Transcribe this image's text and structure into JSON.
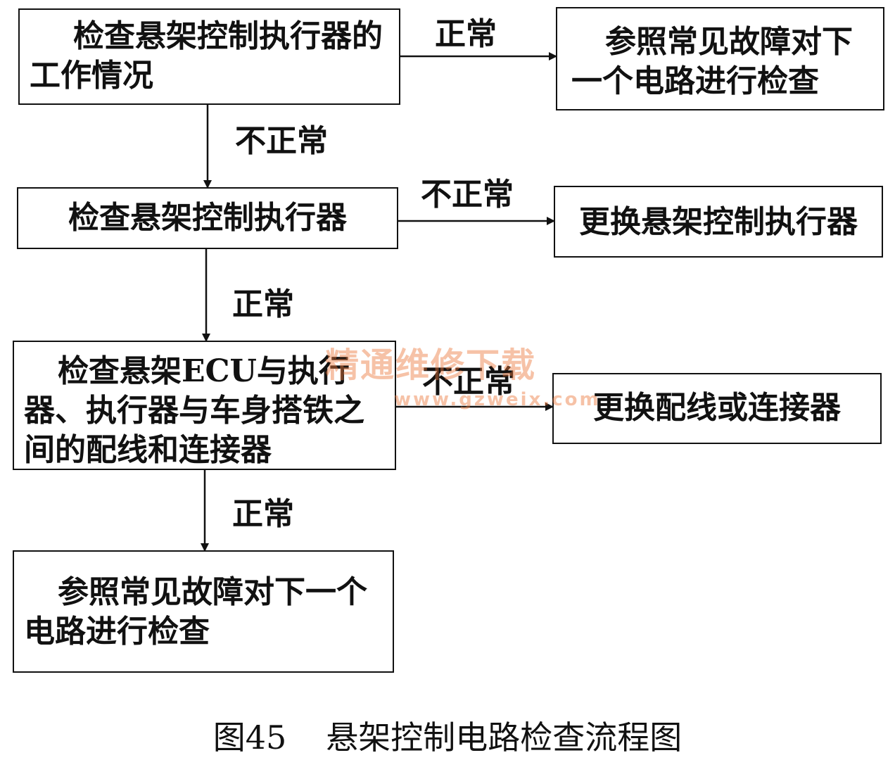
{
  "boxes": {
    "check_work": "检查悬架控制执行器的工作情况",
    "ref_next_right": "参照常见故障对下一个电路进行检查",
    "check_actuator": "检查悬架控制执行器",
    "replace_actuator": "更换悬架控制执行器",
    "check_wiring": "检查悬架ECU与执行器、执行器与车身搭铁之间的配线和连接器",
    "replace_wiring": "更换配线或连接器",
    "ref_next_bottom": "参照常见故障对下一个电路进行检查"
  },
  "labels": {
    "normal": "正常",
    "abnormal": "不正常"
  },
  "watermark": {
    "text": "精通维修下载",
    "url": "www.gzweix.com"
  },
  "caption": {
    "number": "图45",
    "title": "悬架控制电路检查流程图"
  }
}
